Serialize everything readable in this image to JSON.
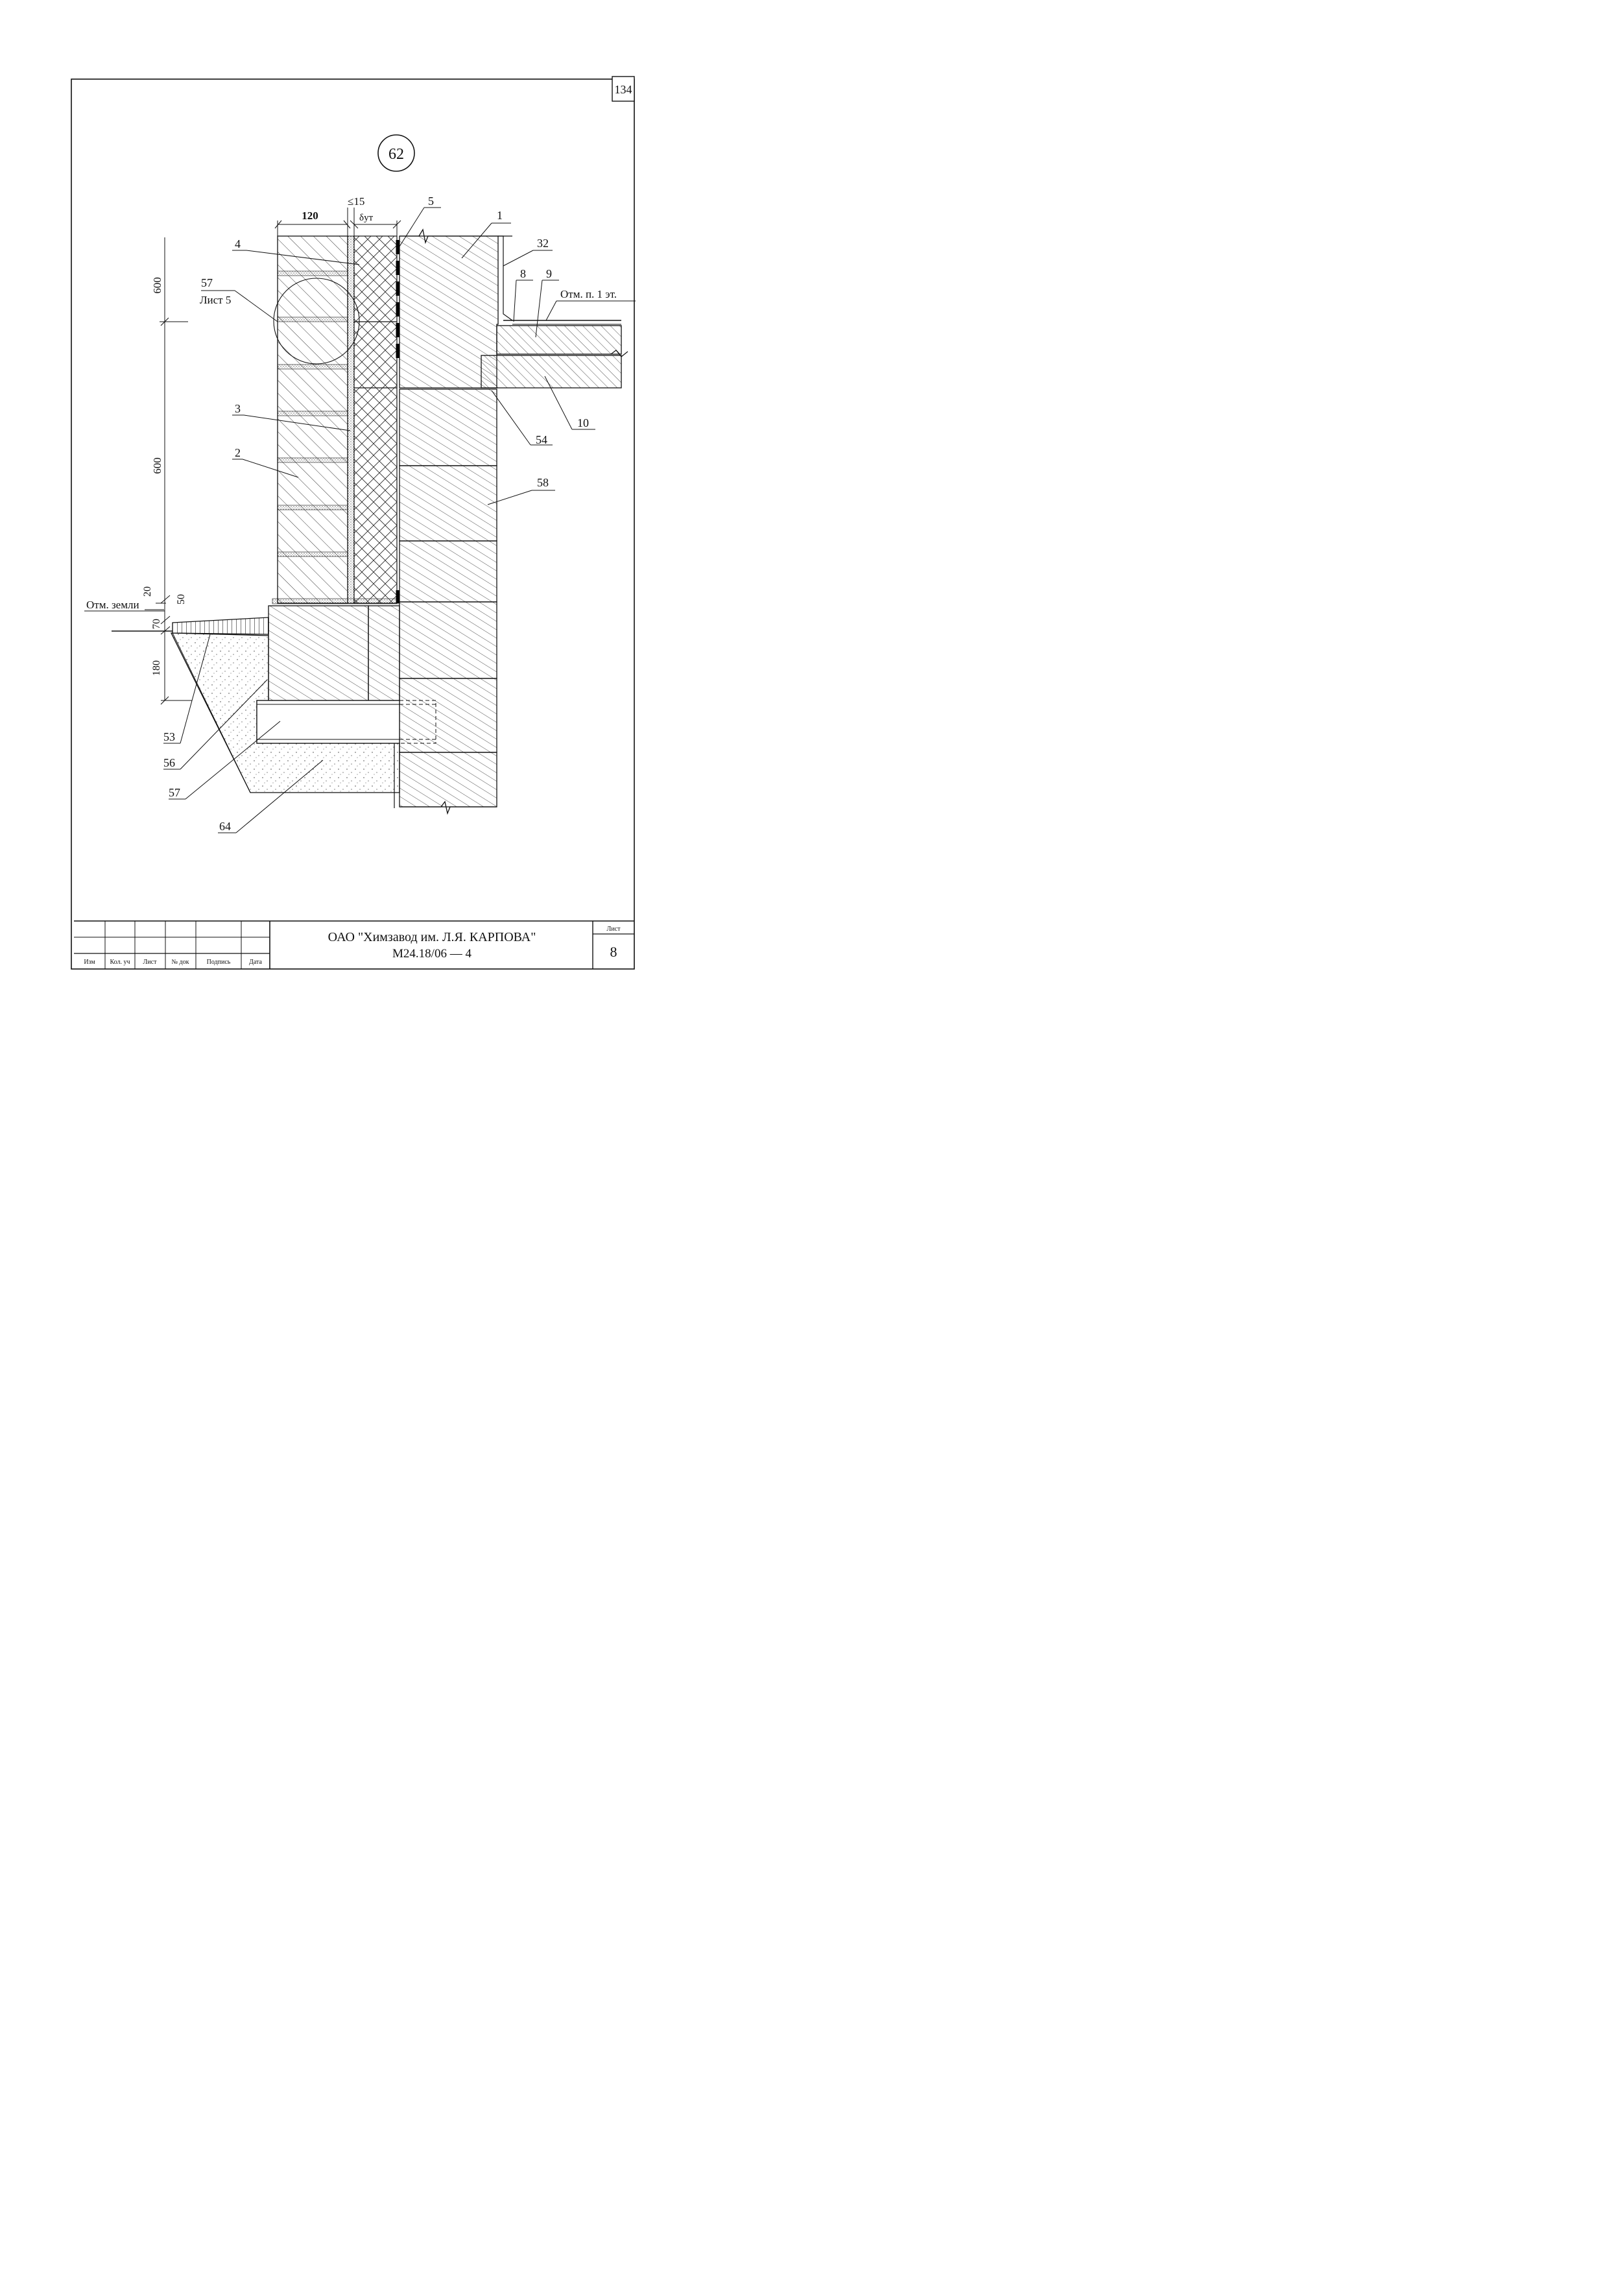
{
  "sheet_number_top": "134",
  "detail_number": "62",
  "dimensions": {
    "wall_width": "120",
    "gap": "≤15",
    "insulation": "δут",
    "h_upper": "600",
    "h_lower": "600",
    "d20": "20",
    "d50": "50",
    "d70": "70",
    "d180": "180"
  },
  "elevations": {
    "ground": "Отм. земли",
    "floor1": "Отм. п. 1 эт."
  },
  "callouts": {
    "c1": "1",
    "c2": "2",
    "c3": "3",
    "c4": "4",
    "c5": "5",
    "c8": "8",
    "c9": "9",
    "c10": "10",
    "c32": "32",
    "c53": "53",
    "c54": "54",
    "c56": "56",
    "c57_bottom": "57",
    "c57_ref": "57",
    "c57_ref_sheet": "Лист 5",
    "c58": "58",
    "c64": "64"
  },
  "title_block": {
    "col_izm": "Изм",
    "col_kol": "Кол. уч",
    "col_list": "Лист",
    "col_ndok": "№ док",
    "col_podpis": "Подпись",
    "col_data": "Дата",
    "organization": "ОАО \"Химзавод им. Л.Я. КАРПОВА\"",
    "doc_code": "М24.18/06 — 4",
    "sheet_label": "Лист",
    "sheet_number": "8"
  }
}
